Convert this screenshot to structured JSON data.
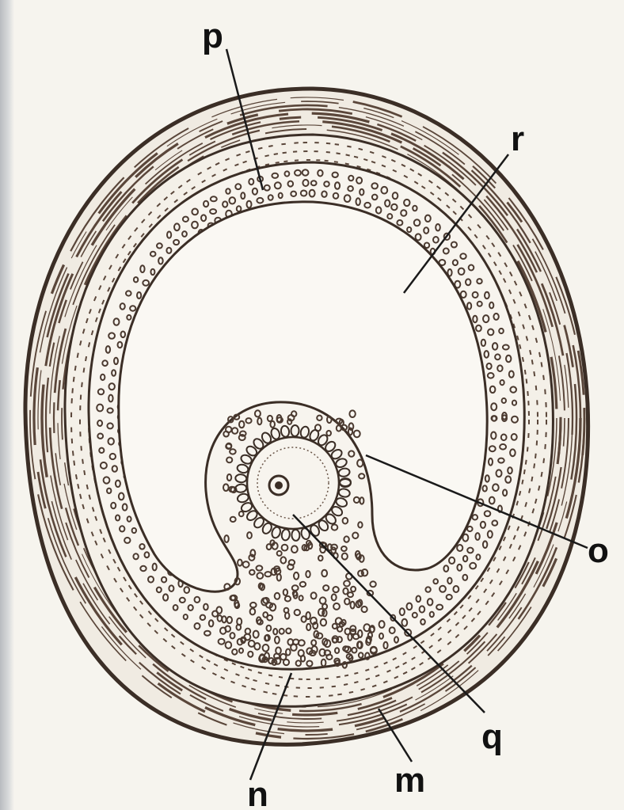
{
  "figure": {
    "labels": {
      "m": "m",
      "n": "n",
      "o": "o",
      "p": "p",
      "q": "q",
      "r": "r"
    }
  },
  "colors": {
    "ink": "#5a463a",
    "ink_dark": "#3b2e26",
    "paper": "#f6f4ee",
    "label": "#111111"
  }
}
